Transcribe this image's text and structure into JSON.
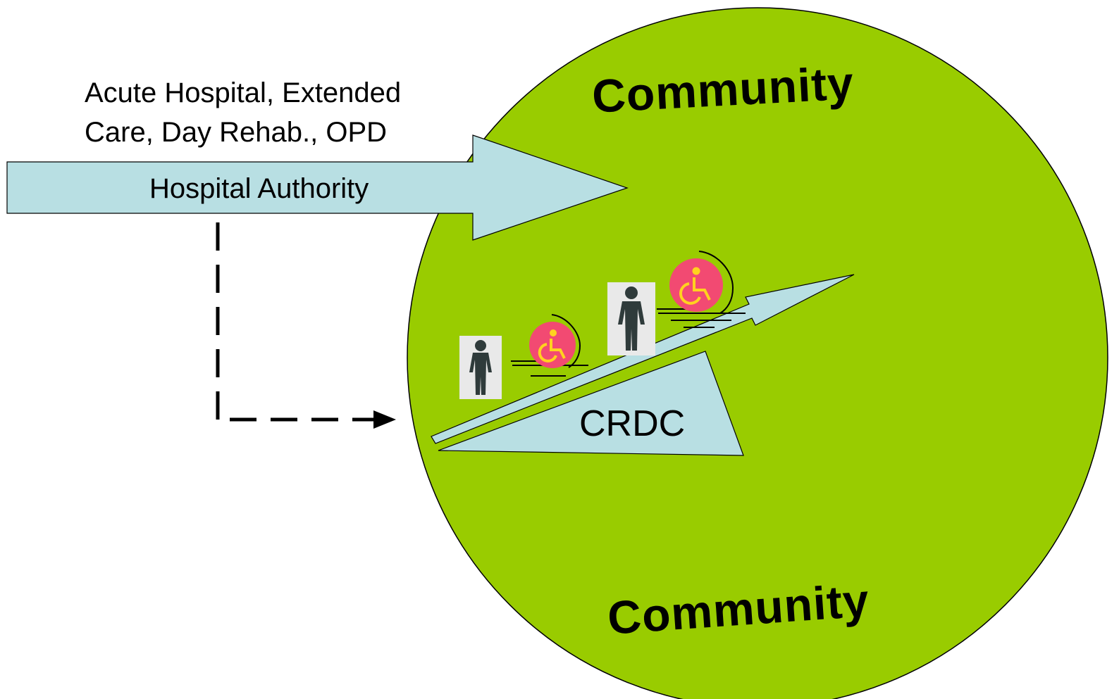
{
  "colors": {
    "community_fill": "#99cc00",
    "arrow_fill": "#b8dfe3",
    "wheelchair_fill": "#f24a72",
    "wheelchair_glyph": "#ffd21f",
    "person_fill": "#2f3b3b",
    "outline": "#000000"
  },
  "hospital_authority": {
    "description_line1": "Acute Hospital, Extended",
    "description_line2": "Care, Day Rehab., OPD",
    "label": "Hospital Authority"
  },
  "community": {
    "top_label": "Community",
    "bottom_label": "Community"
  },
  "crdc": {
    "label": "CRDC"
  },
  "icons": {
    "person": "person-icon",
    "wheelchair": "wheelchair-icon"
  }
}
